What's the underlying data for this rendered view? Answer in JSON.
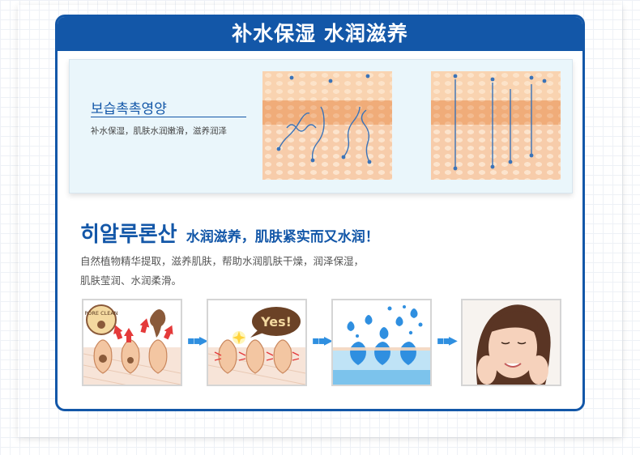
{
  "title": "补水保湿  水润滋养",
  "moisture_panel": {
    "heading": "보습촉촉영양",
    "subtitle": "补水保湿，肌肤水润嫩滑，滋养润泽"
  },
  "hyaluronic": {
    "heading_korean": "히알루론산",
    "heading_chinese": "水润滋养，肌肤紧实而又水润！",
    "body_line1": "自然植物精华提取，滋养肌肤，帮助水润肌肤干燥，润泽保湿，",
    "body_line2": "肌肤莹润、水润柔滑。"
  },
  "steps": {
    "step1_badge": "PORE CLEAN",
    "step2_bubble": "Yes!"
  },
  "colors": {
    "brand_blue": "#1357a8",
    "skin": "#f6c7a1",
    "water": "#2f8fe0",
    "arrow_red": "#e43a3a"
  },
  "icons": [
    "water-drop-icon",
    "arrow-icon",
    "pore-icon",
    "sparkle-icon"
  ]
}
